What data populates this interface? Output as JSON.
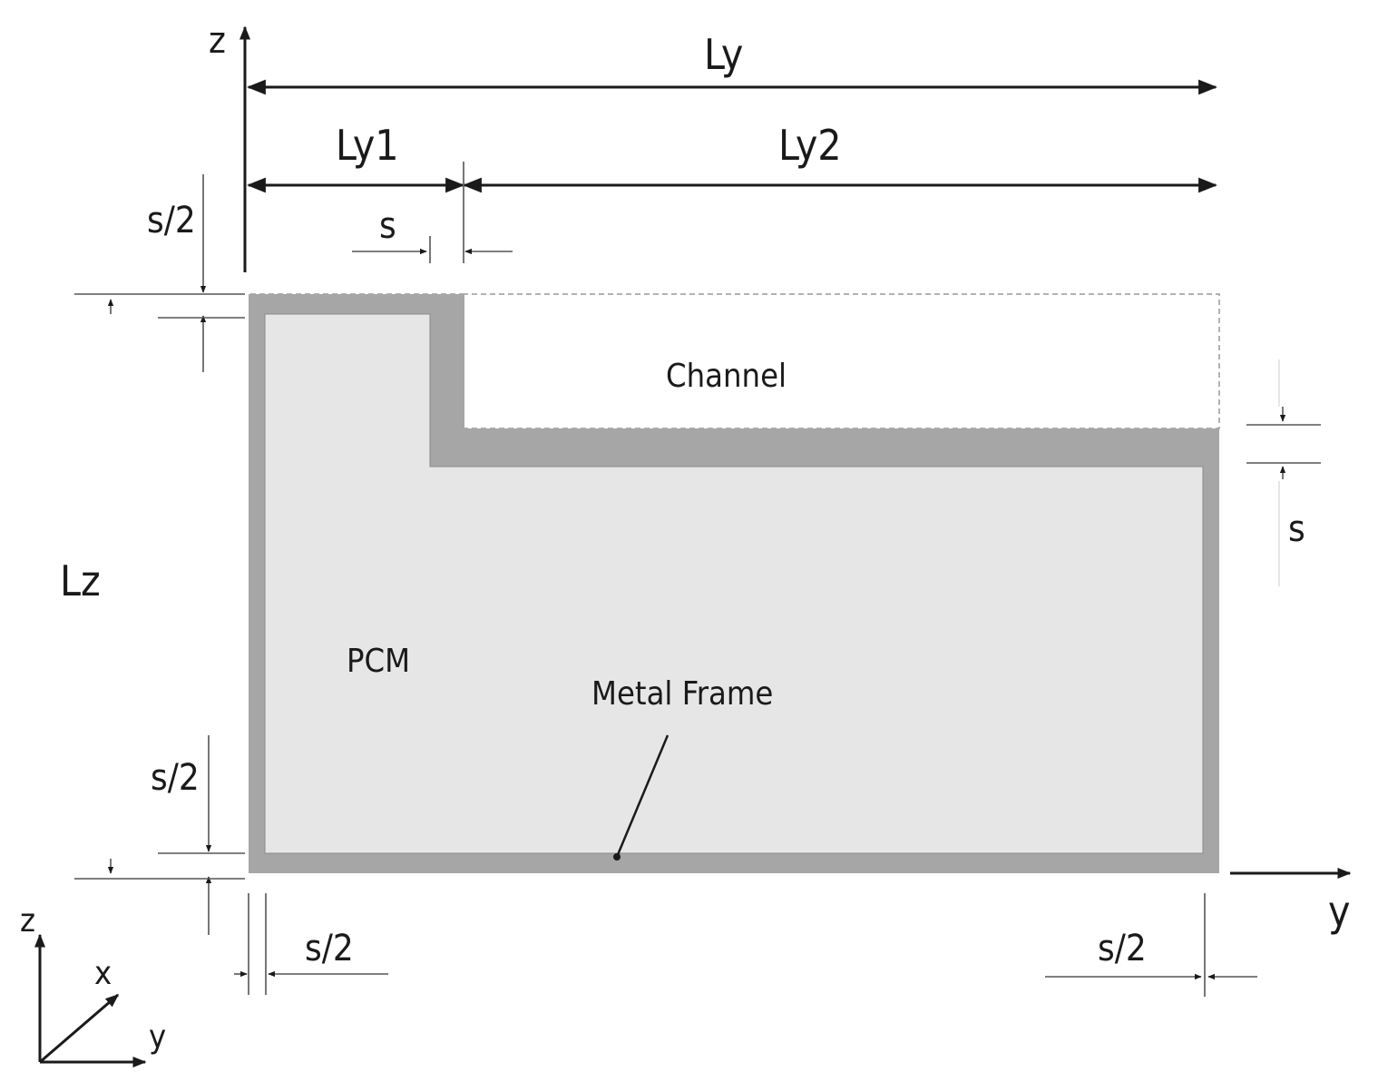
{
  "labels": {
    "z_axis": "z",
    "y_axis": "y",
    "Ly": "Ly",
    "Ly1": "Ly1",
    "Ly2": "Ly2",
    "s_top": "s",
    "s_right": "s",
    "s2_top_left": "s/2",
    "s2_bottom_left": "s/2",
    "s2_bottom_left_h": "s/2",
    "s2_bottom_right_h": "s/2",
    "Lz": "Lz",
    "channel": "Channel",
    "pcm": "PCM",
    "metal_frame": "Metal Frame",
    "triad_z": "z",
    "triad_x": "x",
    "triad_y": "y"
  },
  "colors": {
    "frame": "#a6a6a6",
    "pcm_fill": "#e6e6e6",
    "channel_fill": "#ffffff",
    "line": "#1a1a1a"
  }
}
